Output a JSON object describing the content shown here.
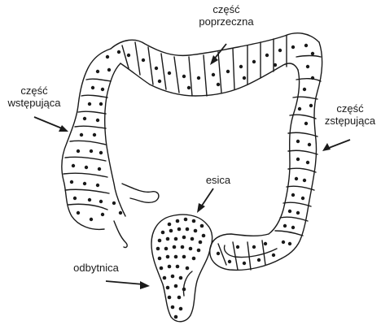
{
  "labels": {
    "transverse": {
      "line1": "część",
      "line2": "poprzeczna"
    },
    "ascending": {
      "line1": "część",
      "line2": "wstępująca"
    },
    "descending": {
      "line1": "część",
      "line2": "zstępująca"
    },
    "sigmoid": {
      "text": "esica"
    },
    "rectum": {
      "text": "odbytnica"
    }
  },
  "colors": {
    "ink": "#1a1a1a",
    "background": "#ffffff"
  }
}
